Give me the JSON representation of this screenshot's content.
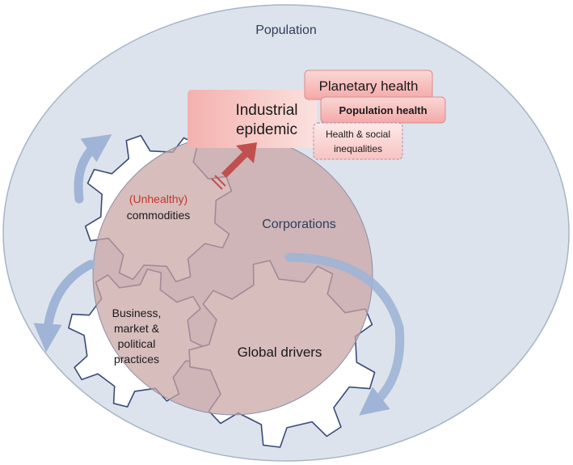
{
  "labels": {
    "population": "Population",
    "corporations": "Corporations",
    "industrial_epidemic_line1": "Industrial",
    "industrial_epidemic_line2": "epidemic",
    "planetary_health": "Planetary health",
    "population_health": "Population health",
    "inequalities_line1": "Health & social",
    "inequalities_line2": "inequalities",
    "commodities_line1": "(Unhealthy)",
    "commodities_line2": "commodities",
    "practices_line1": "Business,",
    "practices_line2": "market &",
    "practices_line3": "political",
    "practices_line4": "practices",
    "global_drivers": "Global drivers"
  },
  "colors": {
    "population_fill": "#dde3ec",
    "population_stroke": "#a7b4c7",
    "corporations_fill": "#c9a3a4",
    "gear_stroke": "#3a4b78",
    "cycle_arrow": "#9fb4d6",
    "big_arrow": "#c0504d",
    "box_pink": "#f2b3b3",
    "unhealthy_text": "#c0392b",
    "text_dark": "#1a1a1a",
    "text_blue": "#2f3e5c"
  }
}
